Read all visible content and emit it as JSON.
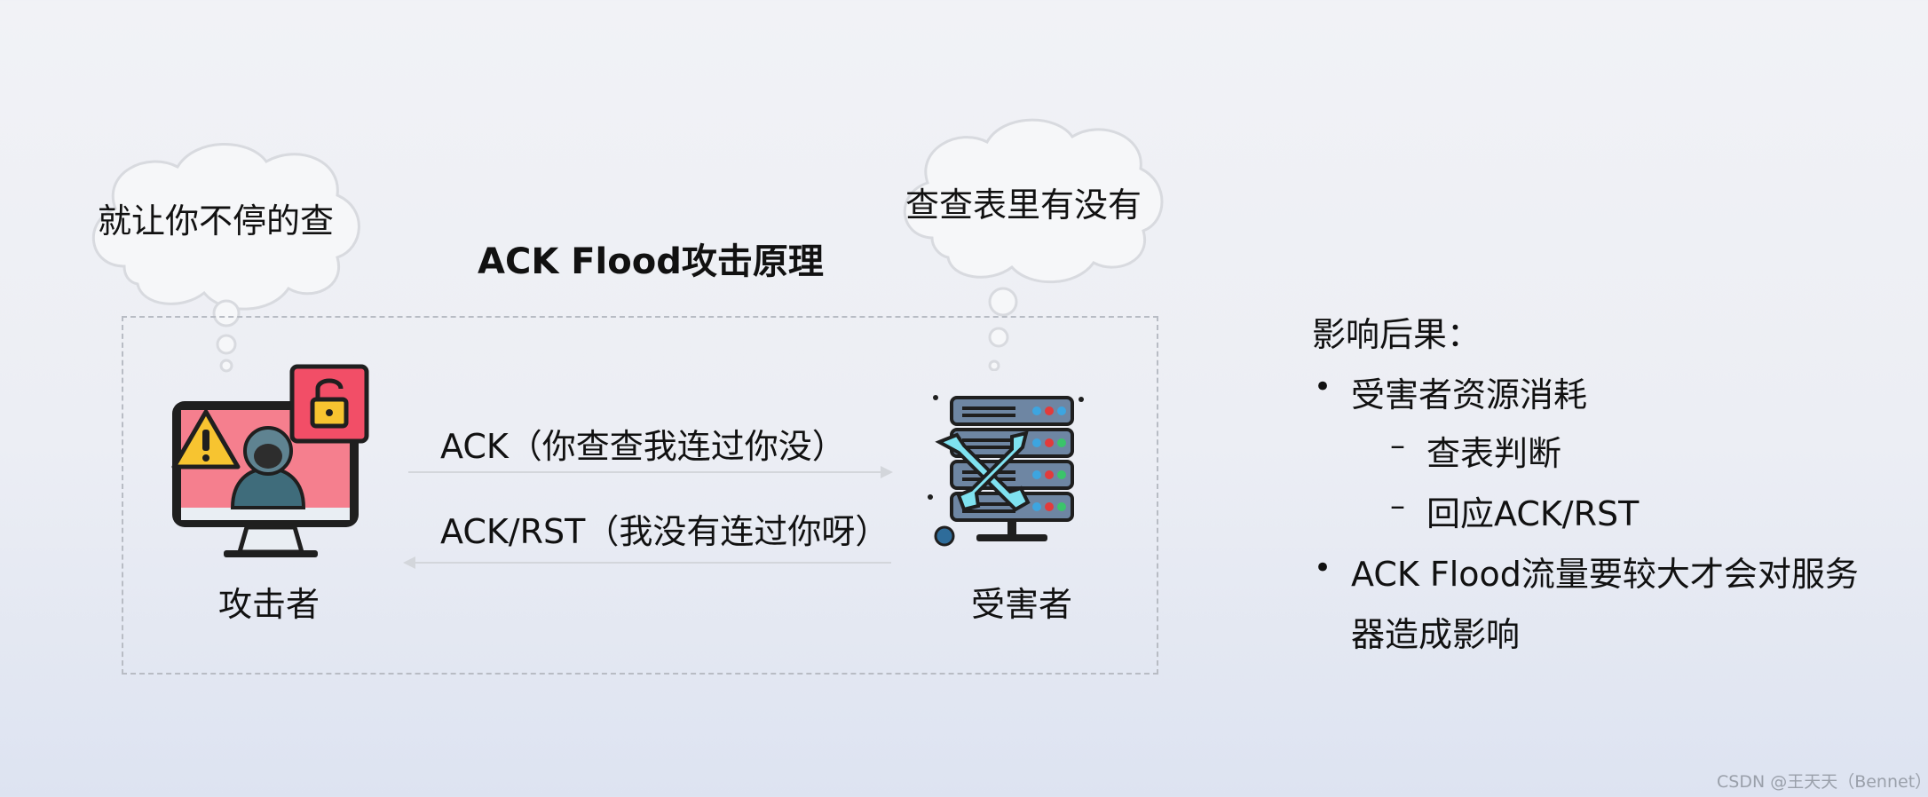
{
  "diagram": {
    "title": "ACK Flood攻击原理",
    "attacker_thought": "就让你不停的查",
    "victim_thought": "查查表里有没有",
    "request_label": "ACK（你查查我连过你没）",
    "response_label": "ACK/RST（我没有连过你呀）",
    "attacker_label": "攻击者",
    "victim_label": "受害者"
  },
  "impact": {
    "heading": "影响后果：",
    "items": [
      {
        "bullet": "•",
        "text": "受害者资源消耗"
      },
      {
        "bullet": "–",
        "text": "查表判断"
      },
      {
        "bullet": "–",
        "text": "回应ACK/RST"
      },
      {
        "bullet": "•",
        "text": "ACK Flood流量要较大才会对服务"
      },
      {
        "bullet": "",
        "text": "器造成影响"
      }
    ]
  },
  "footer": {
    "watermark": "CSDN @王天天（Bennet）"
  },
  "icons": {
    "attacker": "hacker-monitor-icon",
    "warning": "warning-icon",
    "lock": "unlock-icon",
    "victim": "server-repair-icon"
  },
  "colors": {
    "monitor_pink": "#f57f8e",
    "lock_red": "#f24e67",
    "warning_yellow": "#f7c430",
    "server_blue": "#6e86a3",
    "wrench_cyan": "#7fe2f0"
  }
}
